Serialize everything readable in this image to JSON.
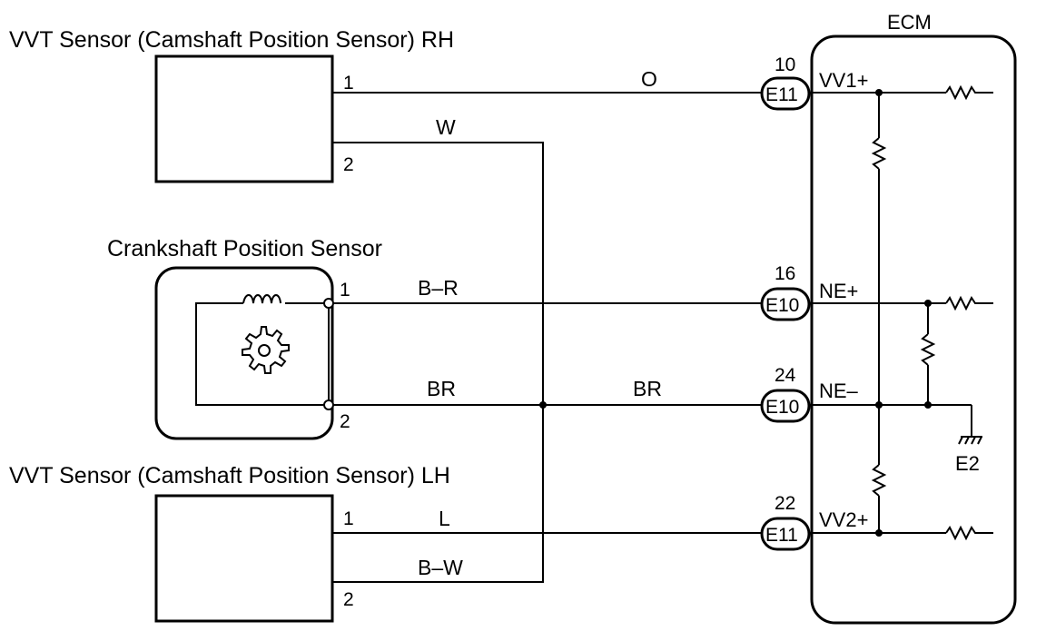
{
  "sensors": {
    "rh": {
      "title": "VVT Sensor (Camshaft Position Sensor) RH",
      "pin1": "1",
      "pin2": "2"
    },
    "crank": {
      "title": "Crankshaft Position Sensor",
      "pin1": "1",
      "pin2": "2"
    },
    "lh": {
      "title": "VVT Sensor (Camshaft Position Sensor) LH",
      "pin1": "1",
      "pin2": "2"
    }
  },
  "wires": {
    "rh_pin1": "O",
    "rh_pin2": "W",
    "crank_pin1": "B–R",
    "crank_pin2_left": "BR",
    "crank_pin2_right": "BR",
    "lh_pin1": "L",
    "lh_pin2": "B–W"
  },
  "ecm": {
    "title": "ECM",
    "terminals": [
      {
        "pin": "10",
        "connector": "E11",
        "signal": "VV1+"
      },
      {
        "pin": "16",
        "connector": "E10",
        "signal": "NE+"
      },
      {
        "pin": "24",
        "connector": "E10",
        "signal": "NE–"
      },
      {
        "pin": "22",
        "connector": "E11",
        "signal": "VV2+"
      }
    ],
    "ground": "E2"
  }
}
